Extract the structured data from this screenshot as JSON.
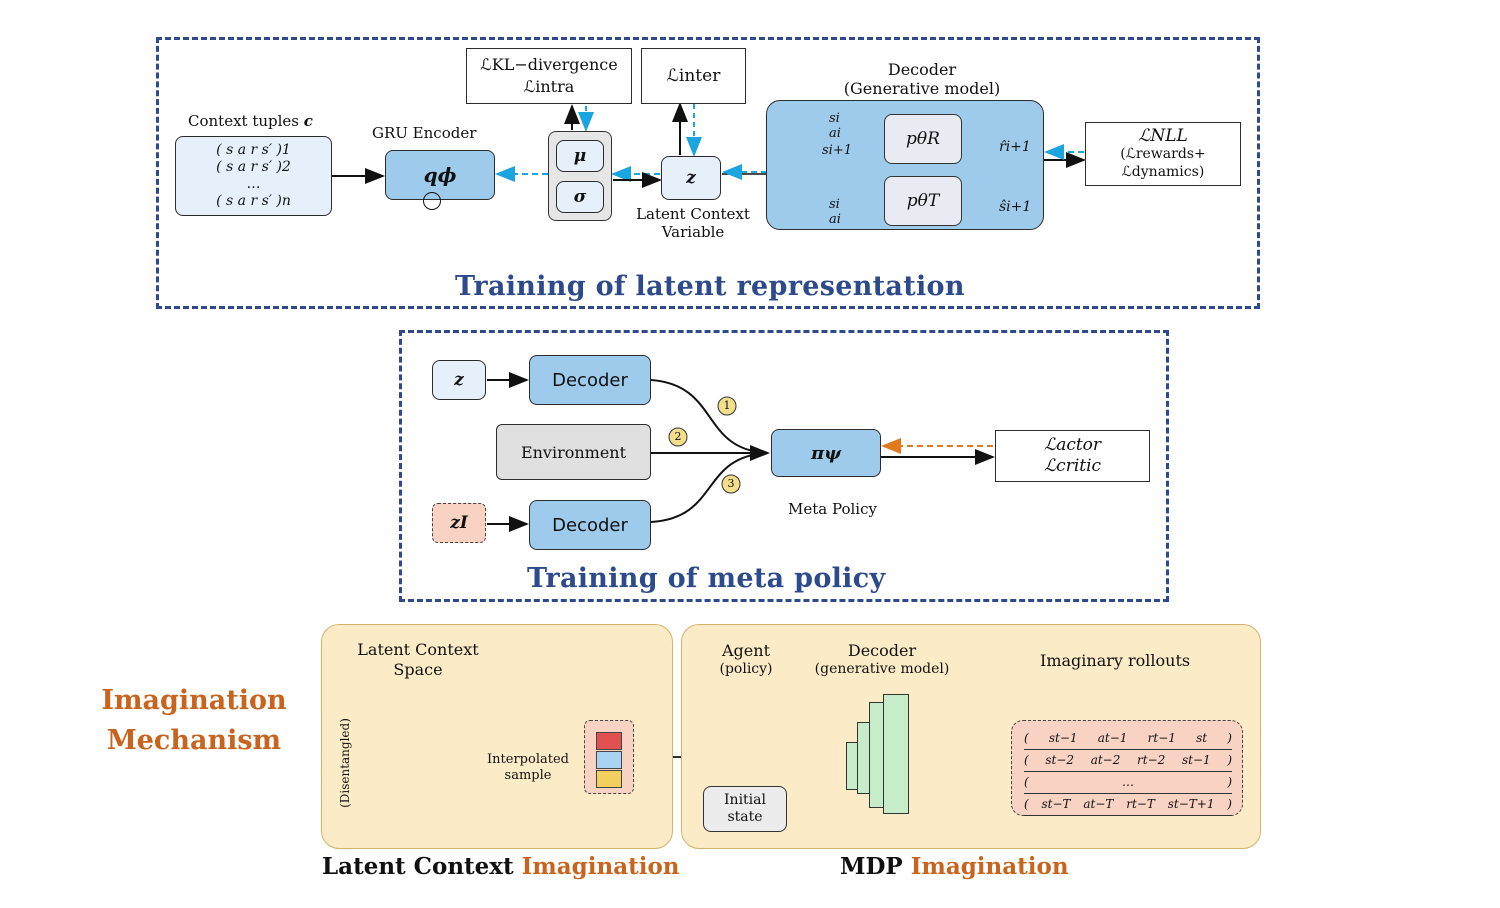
{
  "colors": {
    "frame": "#2c4a8c",
    "box_blue": "#9ecbec",
    "arrow_cyan": "#1aa5e0",
    "arrow_orange": "#e07a1f",
    "accent_orange": "#c8641e",
    "panel_cream": "#fbecc7"
  },
  "latent": {
    "title": "Training of latent representation",
    "context_title": "Context tuples ",
    "context_title_var": "c",
    "tuples": [
      "( s  a  r  s′ )1",
      "( s  a  r  s′ )2",
      "…",
      "( s  a  r  s′ )n"
    ],
    "gru_label": "GRU Encoder",
    "encoder_symbol": "qϕ",
    "mu": "μ",
    "sigma": "σ",
    "z": "z",
    "latent_var_label": [
      "Latent Context",
      "Variable"
    ],
    "kl_box": [
      "ℒKL−divergence",
      "ℒintra"
    ],
    "inter_box": "ℒinter",
    "decoder_title": [
      "Decoder",
      "(Generative model)"
    ],
    "reward_model": "pθR",
    "dynamics_model": "pθT",
    "inputs_top": [
      "si",
      "ai",
      "si+1"
    ],
    "inputs_bottom": [
      "si",
      "ai"
    ],
    "output_reward": "r̂i+1",
    "output_state": "ŝi+1",
    "nll_box": [
      "ℒNLL",
      "(ℒrewards+",
      "ℒdynamics)"
    ]
  },
  "meta": {
    "title": "Training of meta policy",
    "z_label": "z",
    "zi_label": "zI",
    "decoder_label": "Decoder",
    "env_label": "Environment",
    "policy_label": "πψ",
    "meta_policy_label": "Meta Policy",
    "loss_box": [
      "ℒactor",
      "ℒcritic"
    ],
    "steps": [
      "1",
      "2",
      "3"
    ]
  },
  "imagination": {
    "heading": [
      "Imagination",
      "Mechanism"
    ],
    "left": {
      "title": [
        "Latent Context",
        "Space"
      ],
      "disentangled": "(Disentangled)",
      "interp": [
        "Interpolated",
        "sample"
      ],
      "caption_plain": "Latent Context ",
      "caption_orange": "Imagination"
    },
    "right": {
      "agent": [
        "Agent",
        "(policy)"
      ],
      "decoder": [
        "Decoder",
        "(generative model)"
      ],
      "initial": [
        "Initial",
        "state"
      ],
      "rollouts_title": "Imaginary rollouts",
      "rows": [
        [
          "st−1",
          "at−1",
          "rt−1",
          "st"
        ],
        [
          "st−2",
          "at−2",
          "rt−2",
          "st−1"
        ],
        [
          "…"
        ],
        [
          "st−T",
          "at−T",
          "rt−T",
          "st−T+1"
        ]
      ],
      "caption_plain": "MDP ",
      "caption_orange": "Imagination"
    }
  }
}
